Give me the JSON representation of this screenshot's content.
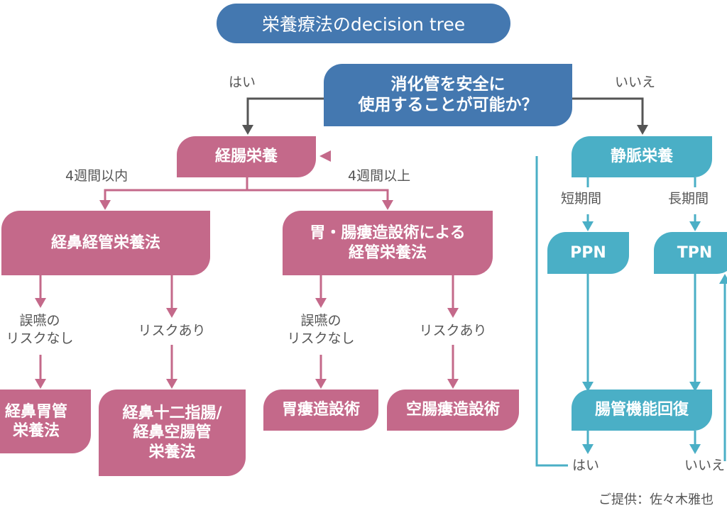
{
  "title": "栄養療法のdecision tree",
  "colors": {
    "enteral": "#c4698a",
    "question": "#4478b0",
    "parenteral": "#4aafc6",
    "connector_dark": "#555555",
    "label_text": "#555555"
  },
  "question": {
    "text": "消化管を安全に\n使用することが可能か？"
  },
  "branch_labels": {
    "yes": "はい",
    "no": "いいえ"
  },
  "enteral": {
    "root": "経腸栄養",
    "duration_short": "4週間以内",
    "duration_long": "4週間以上",
    "nasal": {
      "title": "経鼻経管栄養法",
      "no_risk_label": "誤嚥の\nリスクなし",
      "risk_label": "リスクあり",
      "no_risk_result": "経鼻胃管\n栄養法",
      "risk_result": "経鼻十二指腸/\n経鼻空腸管\n栄養法"
    },
    "ostomy": {
      "title": "胃・腸瘻造設術による\n経管栄養法",
      "no_risk_label": "誤嚥の\nリスクなし",
      "risk_label": "リスクあり",
      "no_risk_result": "胃瘻造設術",
      "risk_result": "空腸瘻造設術"
    }
  },
  "parenteral": {
    "root": "静脈栄養",
    "short_label": "短期間",
    "long_label": "長期間",
    "short_result": "PPN",
    "long_result": "TPN",
    "recovery": "腸管機能回復",
    "recovery_yes": "はい",
    "recovery_no": "いいえ"
  },
  "credit": "ご提供：佐々木雅也"
}
